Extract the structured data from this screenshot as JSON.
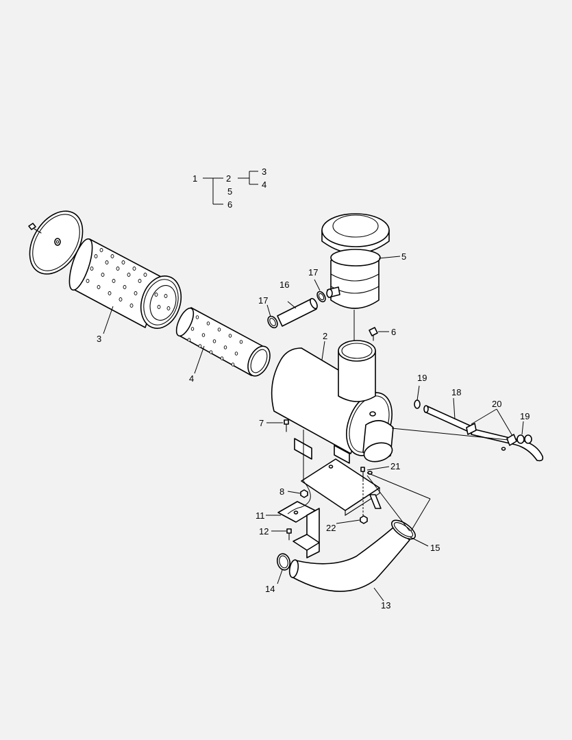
{
  "tree": {
    "root": "1",
    "children": [
      "2",
      "5",
      "6"
    ],
    "sub_of_2": [
      "3",
      "4"
    ]
  },
  "callouts": {
    "p2": "2",
    "p3": "3",
    "p4": "4",
    "p5": "5",
    "p6": "6",
    "p7": "7",
    "p8": "8",
    "p11": "11",
    "p12": "12",
    "p13": "13",
    "p14": "14",
    "p15": "15",
    "p16": "16",
    "p17a": "17",
    "p17b": "17",
    "p18": "18",
    "p19a": "19",
    "p19b": "19",
    "p20": "20",
    "p21": "21",
    "p22": "22"
  }
}
